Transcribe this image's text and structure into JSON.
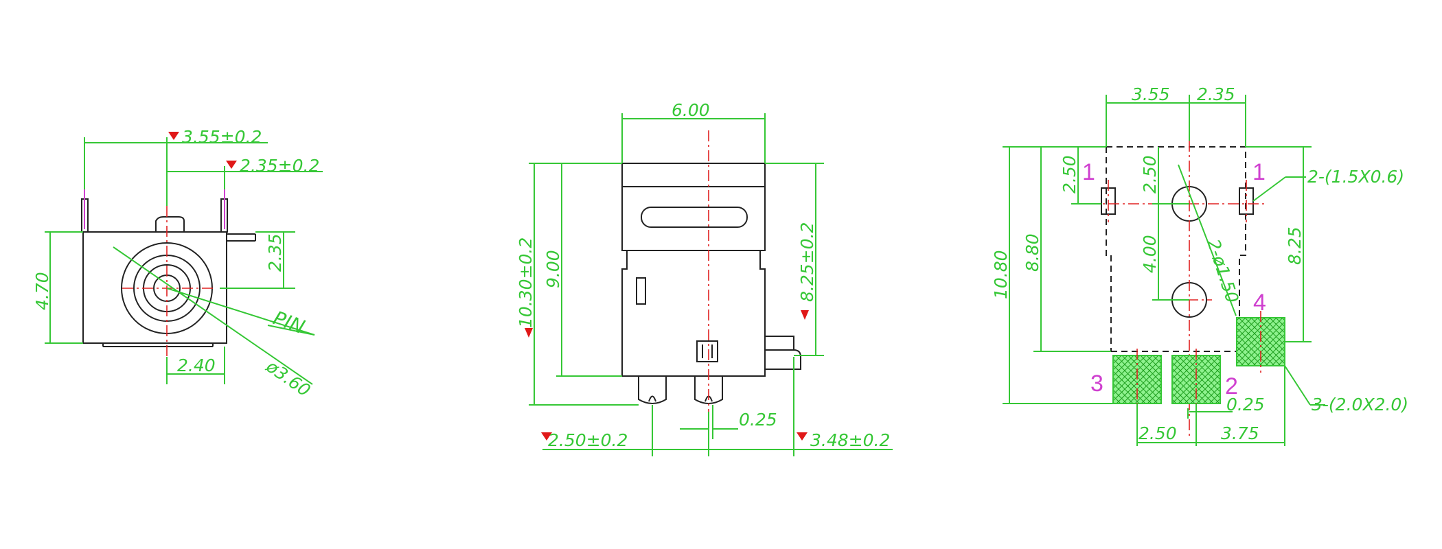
{
  "front_view": {
    "dim_top": "3.55±0.2",
    "dim_second": "2.35±0.2",
    "dim_height": "4.70",
    "dim_right": "2.35",
    "dim_bottom": "2.40",
    "dim_diameter": "ø3.60",
    "label_pin": "PIN"
  },
  "side_view": {
    "dim_width": "6.00",
    "dim_total_height": "10.30±0.2",
    "dim_body_height": "9.00",
    "dim_right_height": "8.25±0.2",
    "dim_gap": "0.25",
    "dim_left_offset": "2.50±0.2",
    "dim_right_offset": "3.48±0.2"
  },
  "footprint": {
    "dim_left_top": "3.55",
    "dim_right_top": "2.35",
    "dim_hole_offset_left": "2.50",
    "dim_hole_offset_center": "2.50",
    "dim_hole_spacing": "4.00",
    "dim_height_inner": "8.80",
    "dim_height_total": "10.80",
    "dim_right_height": "8.25",
    "dim_hole_diameter": "2-ø1.50",
    "note_slots": "2-(1.5X0.6)",
    "note_pads": "3-(2.0X2.0)",
    "dim_small_gap": "0.25",
    "dim_bottom_left": "2.50",
    "dim_bottom_right": "3.75",
    "pin_labels": [
      "1",
      "1",
      "2",
      "3",
      "4"
    ]
  }
}
